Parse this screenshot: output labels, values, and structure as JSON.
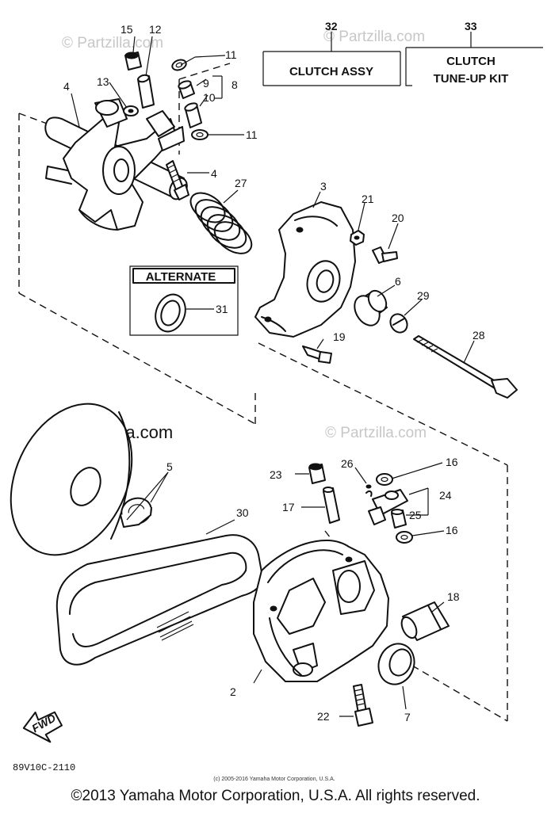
{
  "watermarks": [
    "© Partzilla.com",
    "© Partzilla.com",
    "© Partzilla.com",
    "© Partzilla.com"
  ],
  "boxes": {
    "clutch_assy": "CLUTCH ASSY",
    "tune_up_line1": "CLUTCH",
    "tune_up_line2": "TUNE-UP KIT",
    "alternate": "ALTERNATE"
  },
  "callouts": {
    "c2": "2",
    "c3": "3",
    "c4a": "4",
    "c4b": "4",
    "c5": "5",
    "c6": "6",
    "c7": "7",
    "c8": "8",
    "c9": "9",
    "c10": "10",
    "c11a": "11",
    "c11b": "11",
    "c12": "12",
    "c13": "13",
    "c15": "15",
    "c16a": "16",
    "c16b": "16",
    "c17": "17",
    "c18": "18",
    "c19": "19",
    "c20": "20",
    "c21": "21",
    "c22": "22",
    "c23": "23",
    "c24": "24",
    "c25": "25",
    "c26": "26",
    "c27": "27",
    "c28": "28",
    "c29": "29",
    "c30": "30",
    "c31": "31",
    "c32": "32",
    "c33": "33"
  },
  "fwd_label": "FWD",
  "part_code": "89V10C-2110",
  "small_notice": "(c) 2005-2016 Yamaha Motor Corporation, U.S.A.",
  "copyright": "©2013 Yamaha Motor Corporation, U.S.A. All rights reserved."
}
